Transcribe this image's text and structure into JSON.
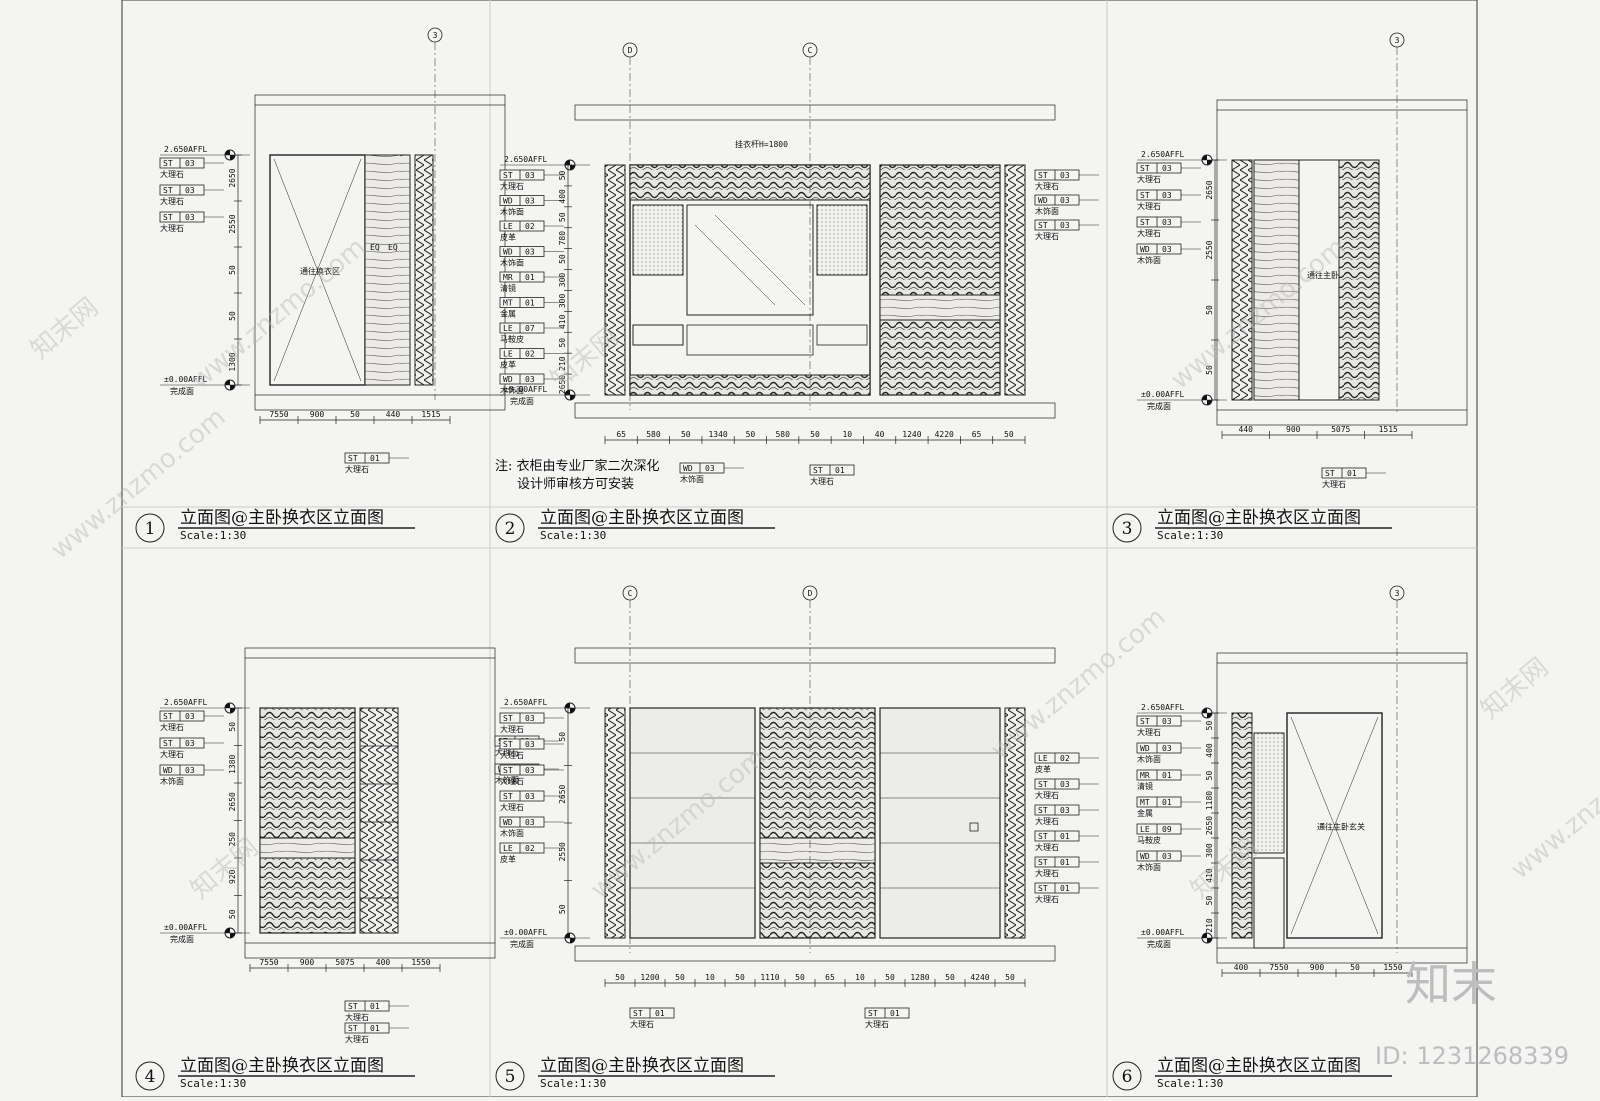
{
  "panels": [
    {
      "id": "p1",
      "number": "1",
      "title": "立面图@主卧换衣区立面图",
      "scale": "Scale:1:30",
      "grid_labels": [
        "3"
      ],
      "level_top": "2.650AFFL",
      "level_bottom": "±0.00AFFL",
      "finish": "完成面",
      "tags": [
        {
          "code": "ST",
          "num": "03",
          "mat": "大理石"
        },
        {
          "code": "ST",
          "num": "03",
          "mat": "大理石"
        },
        {
          "code": "ST",
          "num": "03",
          "mat": "大理石"
        }
      ],
      "bottom_tags": [
        {
          "code": "ST",
          "num": "01",
          "mat": "大理石"
        }
      ],
      "door_label": "通往换衣区",
      "eq": "EQ",
      "vdims": [
        "2650",
        "2550",
        "50",
        "50",
        "1300"
      ],
      "hdims": [
        "7550",
        "900",
        "50",
        "440",
        "1515"
      ]
    },
    {
      "id": "p2",
      "number": "2",
      "title": "立面图@主卧换衣区立面图",
      "scale": "Scale:1:30",
      "grid_labels": [
        "D",
        "C"
      ],
      "level_top": "2.650AFFL",
      "level_bottom": "±0.00AFFL",
      "finish": "完成面",
      "rod_label": "挂衣杆H=1800",
      "tags": [
        {
          "code": "ST",
          "num": "03",
          "mat": "大理石"
        },
        {
          "code": "WD",
          "num": "03",
          "mat": "木饰面"
        },
        {
          "code": "LE",
          "num": "02",
          "mat": "皮革"
        },
        {
          "code": "WD",
          "num": "03",
          "mat": "木饰面"
        },
        {
          "code": "MR",
          "num": "01",
          "mat": "清镜"
        },
        {
          "code": "MT",
          "num": "01",
          "mat": "金属"
        },
        {
          "code": "LE",
          "num": "07",
          "mat": "马鞍皮"
        },
        {
          "code": "LE",
          "num": "02",
          "mat": "皮革"
        },
        {
          "code": "WD",
          "num": "03",
          "mat": "木饰面"
        }
      ],
      "right_tags": [
        {
          "code": "ST",
          "num": "03",
          "mat": "大理石"
        },
        {
          "code": "WD",
          "num": "03",
          "mat": "木饰面"
        },
        {
          "code": "ST",
          "num": "03",
          "mat": "大理石"
        }
      ],
      "bottom_tags": [
        {
          "code": "WD",
          "num": "03",
          "mat": "木饰面"
        },
        {
          "code": "ST",
          "num": "01",
          "mat": "大理石"
        }
      ],
      "vdims": [
        "50",
        "400",
        "50",
        "780",
        "50",
        "300",
        "300",
        "410",
        "50",
        "210",
        "2650"
      ],
      "hdims": [
        "65",
        "580",
        "50",
        "1340",
        "50",
        "580",
        "50",
        "10",
        "40",
        "1240",
        "4220",
        "65",
        "50"
      ],
      "note_line1": "注: 衣柜由专业厂家二次深化",
      "note_line2": "设计师审核方可安装"
    },
    {
      "id": "p3",
      "number": "3",
      "title": "立面图@主卧换衣区立面图",
      "scale": "Scale:1:30",
      "grid_labels": [
        "3"
      ],
      "level_top": "2.650AFFL",
      "level_bottom": "±0.00AFFL",
      "finish": "完成面",
      "tags": [
        {
          "code": "ST",
          "num": "03",
          "mat": "大理石"
        },
        {
          "code": "ST",
          "num": "03",
          "mat": "大理石"
        },
        {
          "code": "ST",
          "num": "03",
          "mat": "大理石"
        },
        {
          "code": "WD",
          "num": "03",
          "mat": "木饰面"
        }
      ],
      "bottom_tags": [
        {
          "code": "ST",
          "num": "01",
          "mat": "大理石"
        }
      ],
      "door_label": "通往主卧",
      "vdims": [
        "2650",
        "2550",
        "50",
        "50"
      ],
      "hdims": [
        "440",
        "900",
        "5075",
        "1515"
      ]
    },
    {
      "id": "p4",
      "number": "4",
      "title": "立面图@主卧换衣区立面图",
      "scale": "Scale:1:30",
      "level_top": "2.650AFFL",
      "level_bottom": "±0.00AFFL",
      "finish": "完成面",
      "tags": [
        {
          "code": "ST",
          "num": "03",
          "mat": "大理石"
        },
        {
          "code": "ST",
          "num": "03",
          "mat": "大理石"
        },
        {
          "code": "WD",
          "num": "03",
          "mat": "木饰面"
        }
      ],
      "right_tags": [
        {
          "code": "ST",
          "num": "03",
          "mat": "大理石"
        },
        {
          "code": "WD",
          "num": "03",
          "mat": "木饰面"
        }
      ],
      "bottom_tags": [
        {
          "code": "ST",
          "num": "01",
          "mat": "大理石"
        },
        {
          "code": "ST",
          "num": "01",
          "mat": "大理石"
        }
      ],
      "vdims": [
        "50",
        "1380",
        "2650",
        "250",
        "920",
        "50"
      ],
      "hdims": [
        "7550",
        "900",
        "5075",
        "400",
        "1550"
      ]
    },
    {
      "id": "p5",
      "number": "5",
      "title": "立面图@主卧换衣区立面图",
      "scale": "Scale:1:30",
      "grid_labels": [
        "C",
        "D"
      ],
      "level_top": "2.650AFFL",
      "level_bottom": "±0.00AFFL",
      "finish": "完成面",
      "tags": [
        {
          "code": "ST",
          "num": "03",
          "mat": "大理石"
        },
        {
          "code": "ST",
          "num": "03",
          "mat": "大理石"
        },
        {
          "code": "ST",
          "num": "03",
          "mat": "大理石"
        },
        {
          "code": "ST",
          "num": "03",
          "mat": "大理石"
        },
        {
          "code": "WD",
          "num": "03",
          "mat": "木饰面"
        },
        {
          "code": "LE",
          "num": "02",
          "mat": "皮革"
        }
      ],
      "right_tags": [
        {
          "code": "LE",
          "num": "02",
          "mat": "皮革"
        },
        {
          "code": "ST",
          "num": "03",
          "mat": "大理石"
        },
        {
          "code": "ST",
          "num": "03",
          "mat": "大理石"
        },
        {
          "code": "ST",
          "num": "01",
          "mat": "大理石"
        },
        {
          "code": "ST",
          "num": "01",
          "mat": "大理石"
        },
        {
          "code": "ST",
          "num": "01",
          "mat": "大理石"
        }
      ],
      "bottom_tags": [
        {
          "code": "ST",
          "num": "01",
          "mat": "大理石"
        },
        {
          "code": "ST",
          "num": "01",
          "mat": "大理石"
        }
      ],
      "vdims": [
        "50",
        "2650",
        "2550",
        "50"
      ],
      "hdims": [
        "50",
        "1200",
        "50",
        "10",
        "50",
        "1110",
        "50",
        "65",
        "10",
        "50",
        "1280",
        "50",
        "4240",
        "50"
      ]
    },
    {
      "id": "p6",
      "number": "6",
      "title": "立面图@主卧换衣区立面图",
      "scale": "Scale:1:30",
      "grid_labels": [
        "3"
      ],
      "level_top": "2.650AFFL",
      "level_bottom": "±0.00AFFL",
      "finish": "完成面",
      "tags": [
        {
          "code": "ST",
          "num": "03",
          "mat": "大理石"
        },
        {
          "code": "WD",
          "num": "03",
          "mat": "木饰面"
        },
        {
          "code": "MR",
          "num": "01",
          "mat": "清镜"
        },
        {
          "code": "MT",
          "num": "01",
          "mat": "金属"
        },
        {
          "code": "LE",
          "num": "09",
          "mat": "马鞍皮"
        },
        {
          "code": "WD",
          "num": "03",
          "mat": "木饰面"
        }
      ],
      "door_label": "通往主卧玄关",
      "vdims": [
        "50",
        "400",
        "50",
        "1180",
        "2650",
        "300",
        "410",
        "50",
        "210"
      ],
      "hdims": [
        "400",
        "7550",
        "900",
        "50",
        "1550"
      ]
    }
  ],
  "watermark_text": "www.znzmo.com",
  "watermark_brand": "知末网",
  "brand_logo": "知末",
  "image_id": "ID: 1231268339"
}
